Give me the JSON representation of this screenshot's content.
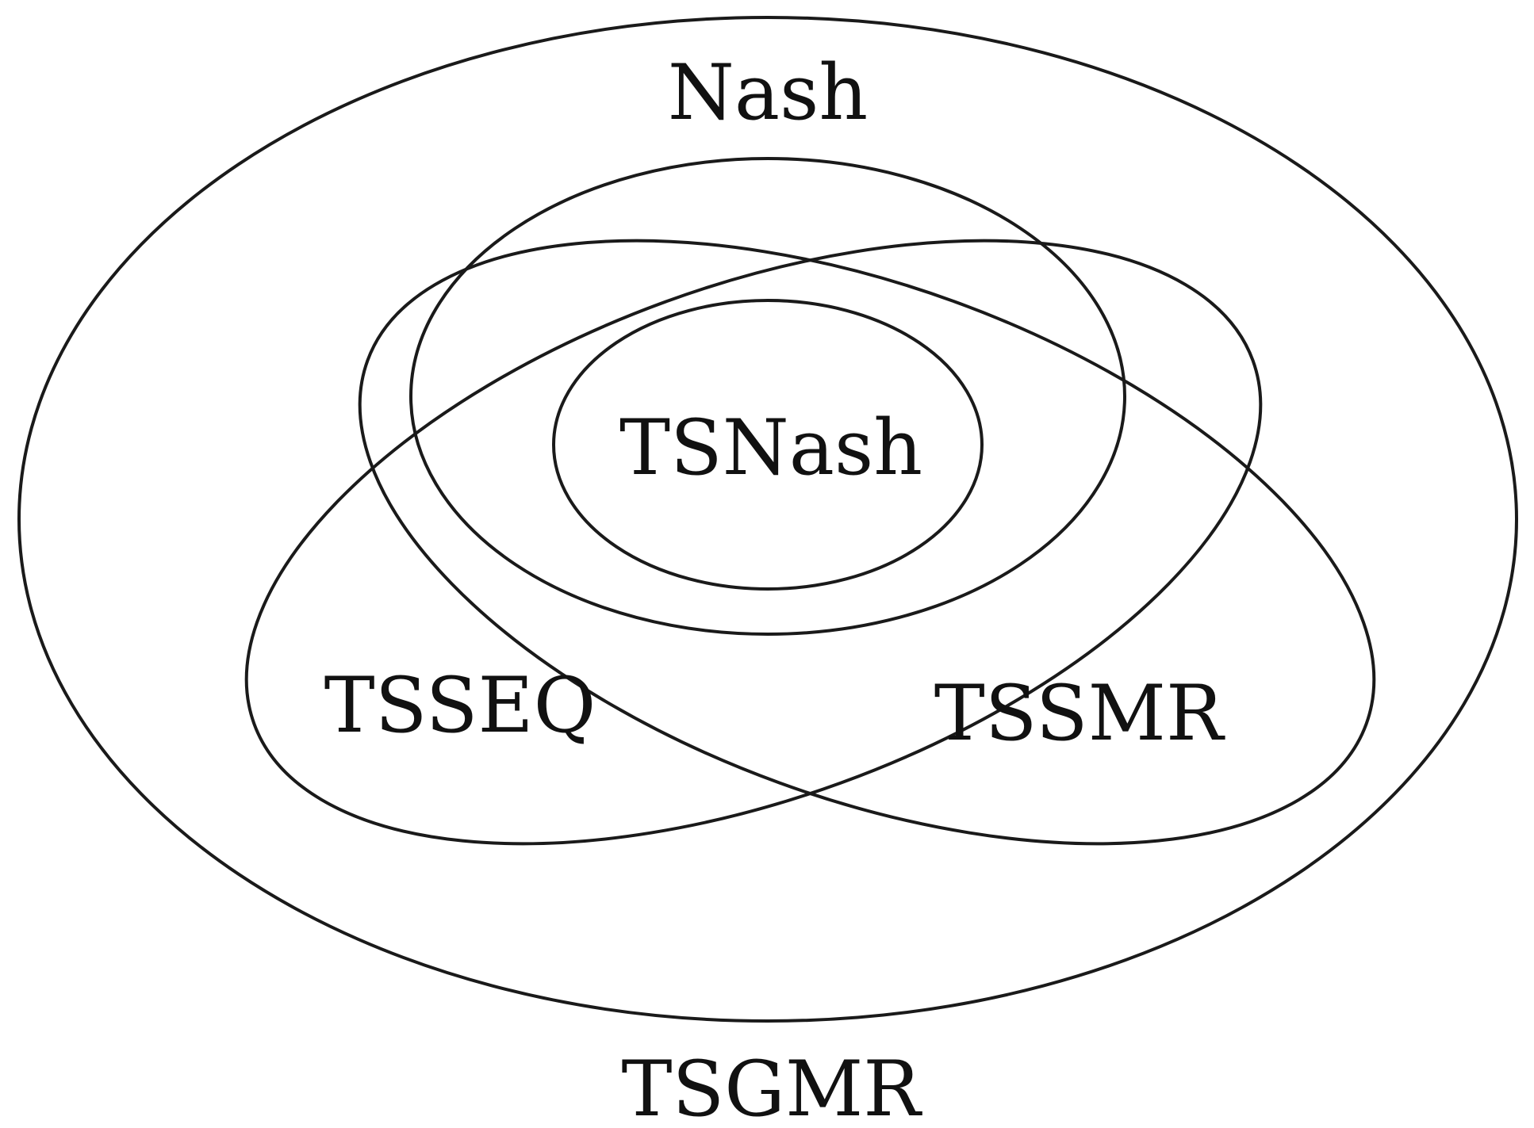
{
  "sets": [
    {
      "id": "tsgmr",
      "label": "TSGMR"
    },
    {
      "id": "nash",
      "label": "Nash"
    },
    {
      "id": "tsseq",
      "label": "TSSEQ"
    },
    {
      "id": "tssmr",
      "label": "TSSMR"
    },
    {
      "id": "tsnash",
      "label": "TSNash"
    }
  ],
  "relations": [
    {
      "subset": "nash",
      "superset": "tsgmr"
    },
    {
      "subset": "tsseq",
      "superset": "tsgmr"
    },
    {
      "subset": "tssmr",
      "superset": "tsgmr"
    },
    {
      "subset": "tsnash",
      "superset": "nash"
    },
    {
      "subset": "tsnash",
      "superset": "tsseq"
    },
    {
      "subset": "tsnash",
      "superset": "tssmr"
    }
  ]
}
